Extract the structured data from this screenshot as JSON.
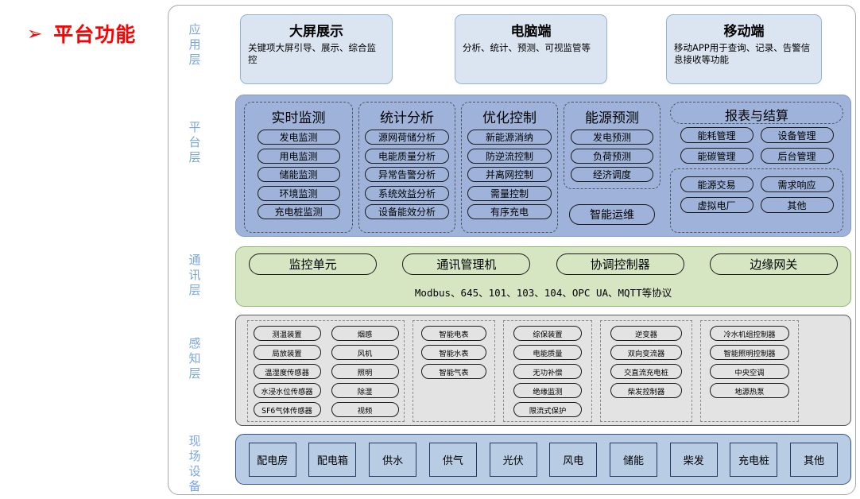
{
  "slide": {
    "bullet_icon": "arrow-bullet-icon",
    "bullet_glyph": "➢",
    "title": "平台功能",
    "title_color": "#ff0000"
  },
  "layers": [
    {
      "key": "application",
      "label": "应用层"
    },
    {
      "key": "platform",
      "label": "平台层"
    },
    {
      "key": "communication",
      "label": "通讯层"
    },
    {
      "key": "sensing",
      "label": "感知层"
    },
    {
      "key": "field",
      "label": "现场设备"
    }
  ],
  "application_layer": {
    "accent": "#dbe5f1",
    "boxes": [
      {
        "title": "大屏展示",
        "desc": "关键项大屏引导、展示、综合监控"
      },
      {
        "title": "电脑端",
        "desc": "分析、统计、预测、可视监管等"
      },
      {
        "title": "移动端",
        "desc": "移动APP用于查询、记录、告警信息接收等功能"
      }
    ]
  },
  "platform_layer": {
    "accent": "#9fb3da",
    "groups": [
      {
        "title": "实时监测",
        "items": [
          "发电监测",
          "用电监测",
          "储能监测",
          "环境监测",
          "充电桩监测"
        ]
      },
      {
        "title": "统计分析",
        "items": [
          "源网荷储分析",
          "电能质量分析",
          "异常告警分析",
          "系统效益分析",
          "设备能效分析"
        ]
      },
      {
        "title": "优化控制",
        "items": [
          "新能源消纳",
          "防逆流控制",
          "并离网控制",
          "需量控制",
          "有序充电"
        ]
      },
      {
        "title": "能源预测",
        "items": [
          "发电预测",
          "负荷预测",
          "经济调度"
        ]
      }
    ],
    "standalone": {
      "label": "智能运维"
    },
    "report_group": {
      "title": "报表与结算",
      "items": [
        "能耗管理",
        "设备管理",
        "能碳管理",
        "后台管理"
      ],
      "sub_items": [
        "能源交易",
        "需求响应",
        "虚拟电厂",
        "其他"
      ]
    }
  },
  "communication_layer": {
    "accent": "#d6e6c3",
    "devices": [
      "监控单元",
      "通讯管理机",
      "协调控制器",
      "边缘网关"
    ],
    "protocols": "Modbus、645、101、103、104、OPC UA、MQTT等协议"
  },
  "sensing_layer": {
    "accent": "#e3e3e3",
    "groups": [
      {
        "columns": [
          [
            "测温装置",
            "局放装置",
            "温湿度传感器",
            "水浸水位传感器",
            "SF6气体传感器"
          ],
          [
            "烟感",
            "风机",
            "照明",
            "除湿",
            "视频"
          ]
        ]
      },
      {
        "columns": [
          [
            "智能电表",
            "智能水表",
            "智能气表"
          ]
        ]
      },
      {
        "columns": [
          [
            "综保装置",
            "电能质量",
            "无功补偿",
            "绝缘监测",
            "限流式保护"
          ]
        ]
      },
      {
        "columns": [
          [
            "逆变器",
            "双向变流器",
            "交直流充电桩",
            "柴发控制器"
          ]
        ]
      },
      {
        "columns": [
          [
            "冷水机组控制器",
            "智能照明控制器",
            "中央空调",
            "地源热泵"
          ]
        ]
      }
    ]
  },
  "field_layer": {
    "accent": "#b8cce4",
    "devices": [
      "配电房",
      "配电箱",
      "供水",
      "供气",
      "光伏",
      "风电",
      "储能",
      "柴发",
      "充电桩",
      "其他"
    ]
  }
}
